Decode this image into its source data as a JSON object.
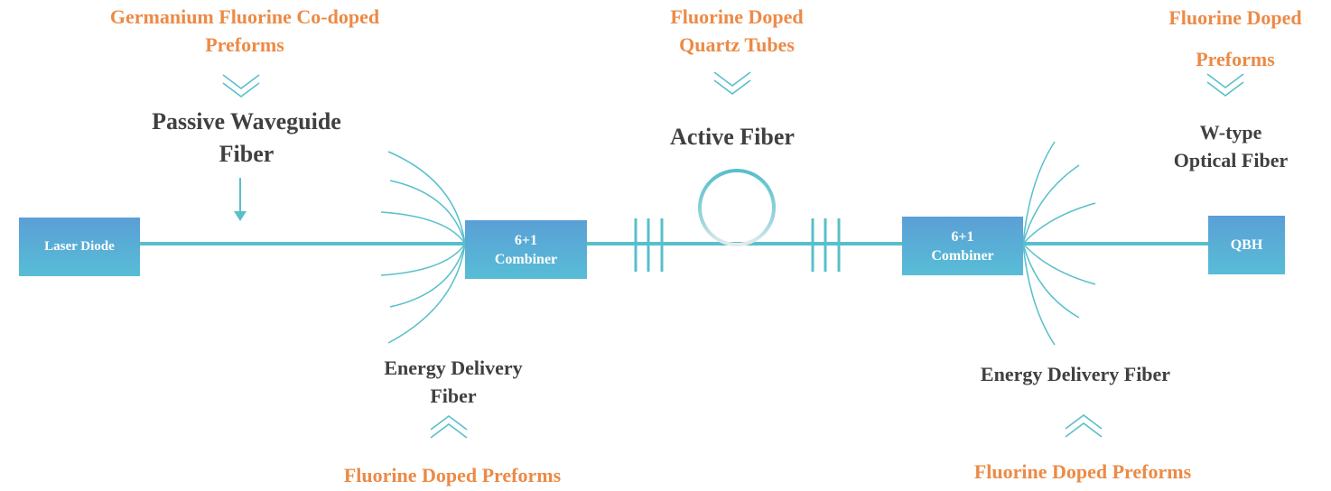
{
  "colors": {
    "fiber": "#58bfcc",
    "chevron": "#58bfcc",
    "source_text": "#EC8A46",
    "label_text": "#404040",
    "box_top": "#5a9fd6",
    "box_bottom": "#58bdd6",
    "box_text": "#ffffff"
  },
  "sources": {
    "passive": [
      "Germanium Fluorine Co-doped",
      "Preforms"
    ],
    "active": [
      "Fluorine Doped",
      "Quartz Tubes"
    ],
    "wtype": [
      "Fluorine Doped",
      "Preforms"
    ],
    "energy_left": "Fluorine Doped Preforms",
    "energy_right": "Fluorine Doped Preforms"
  },
  "labels": {
    "passive_fiber": [
      "Passive Waveguide",
      "Fiber"
    ],
    "active_fiber": "Active Fiber",
    "wtype_fiber": [
      "W-type",
      "Optical Fiber"
    ],
    "energy_left": [
      "Energy Delivery",
      "Fiber"
    ],
    "energy_right": "Energy Delivery Fiber"
  },
  "components": {
    "laser_diode": "Laser Diode",
    "combiner_left": [
      "6+1",
      "Combiner"
    ],
    "combiner_right": [
      "6+1",
      "Combiner"
    ],
    "qbh": "QBH"
  },
  "icons": {
    "down_chevron": "double-chevron-down-icon",
    "up_chevron": "double-chevron-up-icon",
    "arrow": "arrow-down-icon"
  }
}
